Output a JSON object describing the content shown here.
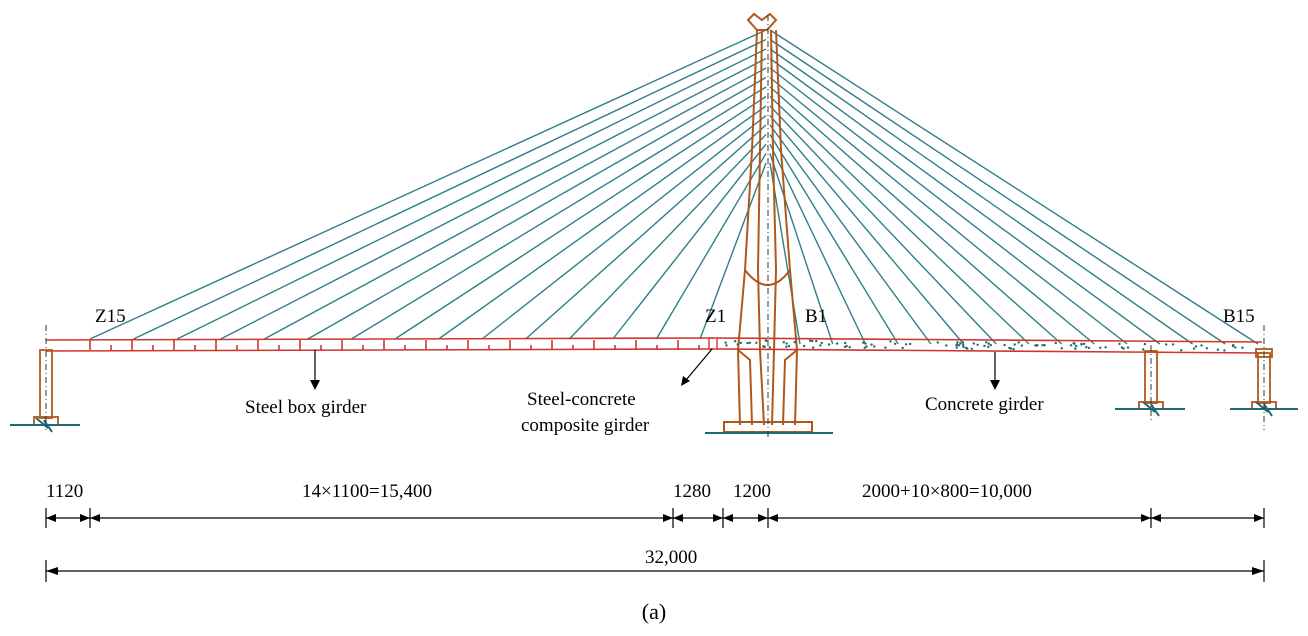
{
  "labels": {
    "z15": "Z15",
    "z1": "Z1",
    "b1": "B1",
    "b15": "B15",
    "steel_box": "Steel box girder",
    "composite_line1": "Steel-concrete",
    "composite_line2": "composite girder",
    "concrete": "Concrete girder",
    "caption": "(a)"
  },
  "dimensions": {
    "d1": "1120",
    "d2": "14×1100=15,400",
    "d3": "1280",
    "d4": "1200",
    "d5": "2000+10×800=10,000",
    "total": "32,000"
  },
  "colors": {
    "cable": "#2e7f8a",
    "tower": "#b0581c",
    "steel_girder": "#d0352e",
    "ground": "#1e6a70"
  }
}
